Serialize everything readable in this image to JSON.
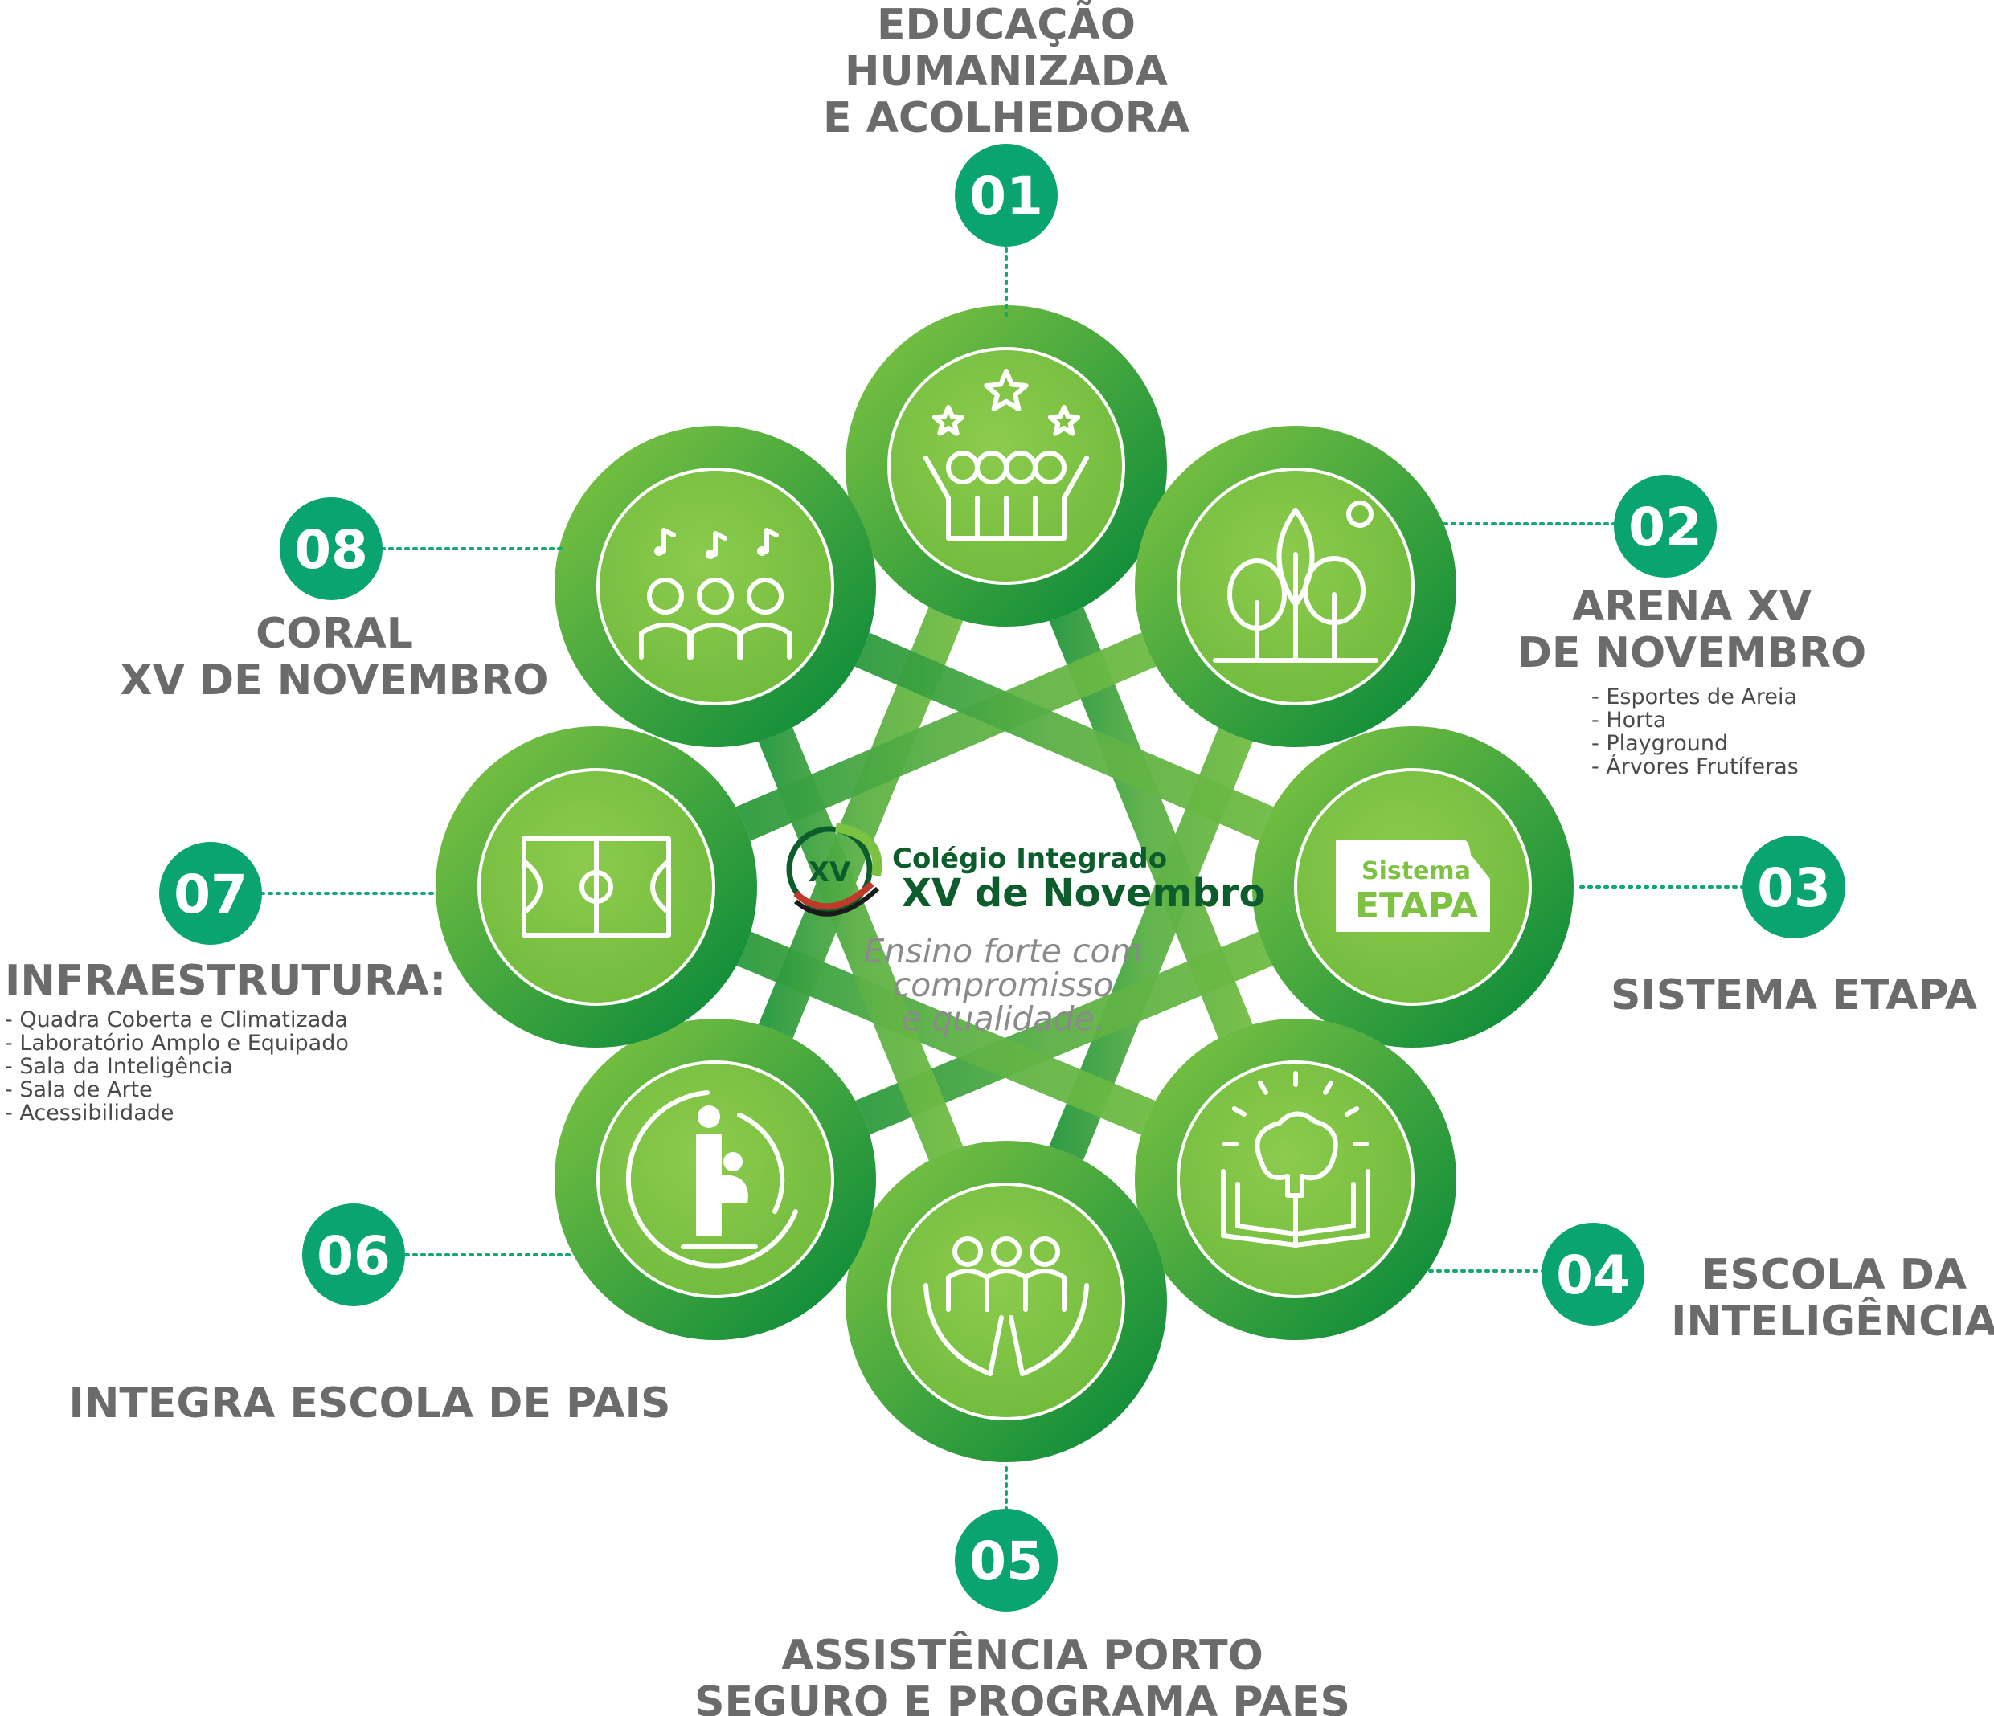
{
  "colors": {
    "badge": "#0aa471",
    "ring_dark": "#0a8a3a",
    "ring_light": "#7cc242",
    "disc": "#7dc242",
    "label_gray": "#6b6b6b",
    "logo_green": "#0d5c2c"
  },
  "center": {
    "logo_line1": "Colégio Integrado",
    "logo_line2": "XV de Novembro",
    "logo_mark": "XV",
    "tagline": [
      "Ensino forte com",
      "compromisso",
      "e qualidade."
    ]
  },
  "items": [
    {
      "number": "01",
      "title": [
        "EDUCAÇÃO",
        "HUMANIZADA",
        "E ACOLHEDORA"
      ],
      "details": [],
      "icon": "celebrating-people-stars-icon"
    },
    {
      "number": "02",
      "title": [
        "ARENA XV",
        "DE NOVEMBRO"
      ],
      "details": [
        "- Esportes de Areia",
        "- Horta",
        "- Playground",
        "- Árvores Frutíferas"
      ],
      "icon": "trees-icon"
    },
    {
      "number": "03",
      "title": [
        "SISTEMA ETAPA"
      ],
      "details": [],
      "icon": "sistema-etapa-logo",
      "icon_text": [
        "Sistema",
        "ETAPA"
      ]
    },
    {
      "number": "04",
      "title": [
        "ESCOLA DA",
        "INTELIGÊNCIA"
      ],
      "details": [],
      "icon": "brain-book-icon"
    },
    {
      "number": "05",
      "title": [
        "ASSISTÊNCIA PORTO",
        "SEGURO E PROGRAMA PAES"
      ],
      "details": [],
      "icon": "hands-people-icon"
    },
    {
      "number": "06",
      "title": [
        "INTEGRA ESCOLA DE PAIS"
      ],
      "details": [],
      "icon": "family-emblem-icon"
    },
    {
      "number": "07",
      "title": [
        "INFRAESTRUTURA:"
      ],
      "details": [
        "- Quadra Coberta e Climatizada",
        "- Laboratório Amplo e Equipado",
        "- Sala da Inteligência",
        "- Sala de Arte",
        "- Acessibilidade"
      ],
      "icon": "sports-court-icon"
    },
    {
      "number": "08",
      "title": [
        "CORAL",
        "XV DE NOVEMBRO"
      ],
      "details": [],
      "icon": "choir-icon"
    }
  ]
}
